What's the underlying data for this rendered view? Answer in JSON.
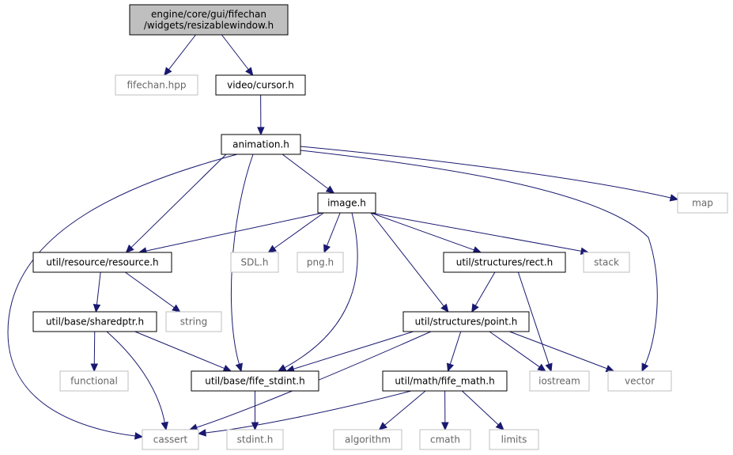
{
  "graph": {
    "nodes": [
      {
        "id": "resizablewindow",
        "lines": [
          "engine/core/gui/fifechan",
          "/widgets/resizablewindow.h"
        ],
        "style": "root"
      },
      {
        "id": "fifechan",
        "lines": [
          "fifechan.hpp"
        ],
        "style": "ghost"
      },
      {
        "id": "cursor",
        "lines": [
          "video/cursor.h"
        ],
        "style": "solid"
      },
      {
        "id": "animation",
        "lines": [
          "animation.h"
        ],
        "style": "solid"
      },
      {
        "id": "map",
        "lines": [
          "map"
        ],
        "style": "ghost"
      },
      {
        "id": "image",
        "lines": [
          "image.h"
        ],
        "style": "solid"
      },
      {
        "id": "resource",
        "lines": [
          "util/resource/resource.h"
        ],
        "style": "solid"
      },
      {
        "id": "sdl",
        "lines": [
          "SDL.h"
        ],
        "style": "ghost"
      },
      {
        "id": "png",
        "lines": [
          "png.h"
        ],
        "style": "ghost"
      },
      {
        "id": "rect",
        "lines": [
          "util/structures/rect.h"
        ],
        "style": "solid"
      },
      {
        "id": "stack",
        "lines": [
          "stack"
        ],
        "style": "ghost"
      },
      {
        "id": "sharedptr",
        "lines": [
          "util/base/sharedptr.h"
        ],
        "style": "solid"
      },
      {
        "id": "string",
        "lines": [
          "string"
        ],
        "style": "ghost"
      },
      {
        "id": "point",
        "lines": [
          "util/structures/point.h"
        ],
        "style": "solid"
      },
      {
        "id": "functional",
        "lines": [
          "functional"
        ],
        "style": "ghost"
      },
      {
        "id": "stdint_fife",
        "lines": [
          "util/base/fife_stdint.h"
        ],
        "style": "solid"
      },
      {
        "id": "fife_math",
        "lines": [
          "util/math/fife_math.h"
        ],
        "style": "solid"
      },
      {
        "id": "iostream",
        "lines": [
          "iostream"
        ],
        "style": "ghost"
      },
      {
        "id": "vector",
        "lines": [
          "vector"
        ],
        "style": "ghost"
      },
      {
        "id": "cassert",
        "lines": [
          "cassert"
        ],
        "style": "ghost"
      },
      {
        "id": "stdint",
        "lines": [
          "stdint.h"
        ],
        "style": "ghost"
      },
      {
        "id": "algorithm",
        "lines": [
          "algorithm"
        ],
        "style": "ghost"
      },
      {
        "id": "cmath",
        "lines": [
          "cmath"
        ],
        "style": "ghost"
      },
      {
        "id": "limits",
        "lines": [
          "limits"
        ],
        "style": "ghost"
      }
    ],
    "edges": [
      [
        "resizablewindow",
        "fifechan"
      ],
      [
        "resizablewindow",
        "cursor"
      ],
      [
        "cursor",
        "animation"
      ],
      [
        "animation",
        "map"
      ],
      [
        "animation",
        "image"
      ],
      [
        "animation",
        "resource"
      ],
      [
        "animation",
        "stdint_fife"
      ],
      [
        "animation",
        "vector"
      ],
      [
        "animation",
        "cassert"
      ],
      [
        "image",
        "resource"
      ],
      [
        "image",
        "sdl"
      ],
      [
        "image",
        "png"
      ],
      [
        "image",
        "rect"
      ],
      [
        "image",
        "stack"
      ],
      [
        "image",
        "point"
      ],
      [
        "image",
        "stdint_fife"
      ],
      [
        "resource",
        "sharedptr"
      ],
      [
        "resource",
        "string"
      ],
      [
        "sharedptr",
        "functional"
      ],
      [
        "sharedptr",
        "stdint_fife"
      ],
      [
        "sharedptr",
        "cassert"
      ],
      [
        "rect",
        "point"
      ],
      [
        "rect",
        "iostream"
      ],
      [
        "point",
        "stdint_fife"
      ],
      [
        "point",
        "fife_math"
      ],
      [
        "point",
        "iostream"
      ],
      [
        "point",
        "vector"
      ],
      [
        "point",
        "cassert"
      ],
      [
        "stdint_fife",
        "stdint"
      ],
      [
        "fife_math",
        "cassert"
      ],
      [
        "fife_math",
        "algorithm"
      ],
      [
        "fife_math",
        "cmath"
      ],
      [
        "fife_math",
        "limits"
      ]
    ]
  }
}
